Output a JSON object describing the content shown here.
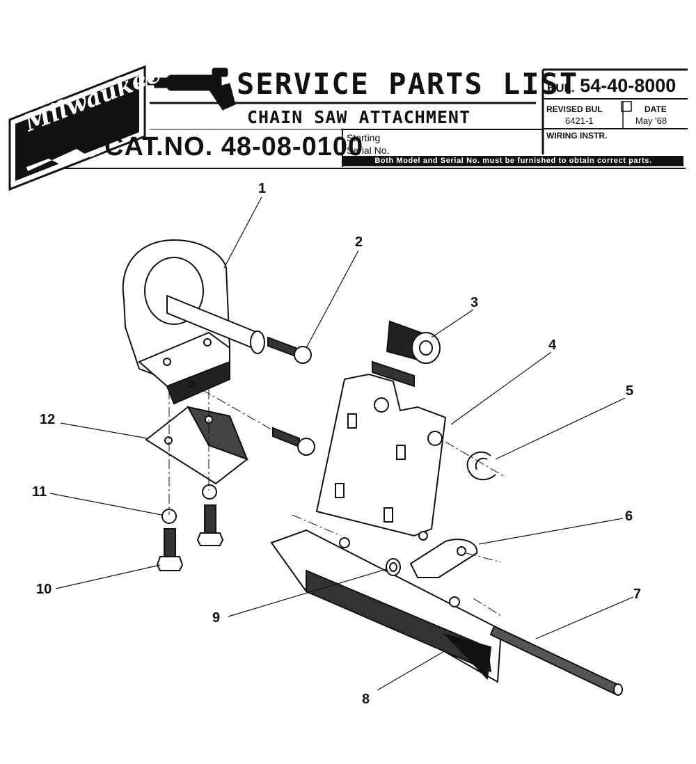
{
  "header": {
    "brand": "Milwaukee",
    "title": "SERVICE PARTS LIST",
    "subtitle": "CHAIN SAW ATTACHMENT",
    "cat_no": "CAT.NO. 48-08-0100",
    "starting_label": "Starting",
    "serial_label": "Serial No.",
    "notice": "Both Model and Serial No. must be furnished to obtain correct parts.",
    "bul_prefix": "BUL.",
    "bul_number": "54-40-8000",
    "revised_label": "REVISED BUL",
    "revised_value": "6421-1",
    "date_label": "DATE",
    "date_value": "May '68",
    "wiring_label": "WIRING INSTR."
  },
  "callouts": [
    "1",
    "2",
    "3",
    "4",
    "5",
    "6",
    "7",
    "8",
    "9",
    "10",
    "11",
    "12"
  ],
  "colors": {
    "ink": "#111111",
    "paper": "#ffffff"
  }
}
